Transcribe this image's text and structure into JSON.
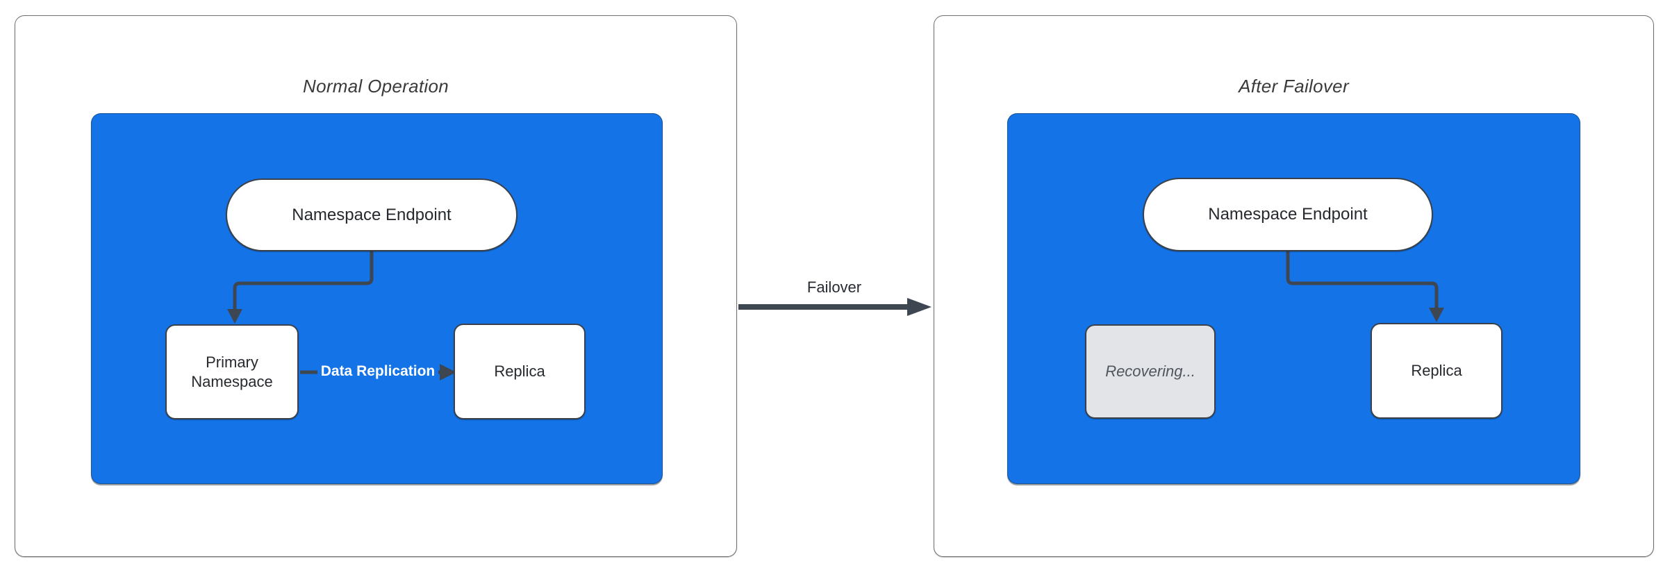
{
  "diagram": {
    "left_panel": {
      "title": "Normal Operation",
      "endpoint": "Namespace Endpoint",
      "primary": "Primary Namespace",
      "replication_label": "Data Replication",
      "replica": "Replica"
    },
    "transition_label": "Failover",
    "right_panel": {
      "title": "After Failover",
      "endpoint": "Namespace Endpoint",
      "recovering": "Recovering...",
      "replica": "Replica"
    }
  },
  "colors": {
    "blue": "#1473E6",
    "connector": "#3D4651",
    "panel_border": "#6F6F6F",
    "node_border": "#3A414B",
    "title_text": "#3A3A3A",
    "box_text": "#26292E",
    "recovering_fill": "#E2E4E7",
    "recovering_text": "#4F565F",
    "label_on_blue": "#FFFFFF",
    "transition_text": "#262B33"
  }
}
